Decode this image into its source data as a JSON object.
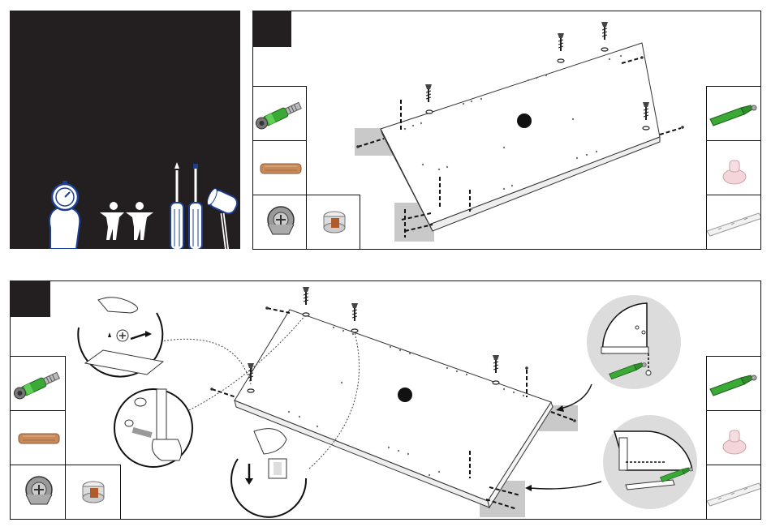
{
  "page": {
    "background": "#ffffff",
    "text": []
  },
  "colors": {
    "dark_panel": "#231f20",
    "frame_line": "#111111",
    "highlight_gray": "#c9c9c9",
    "glue_green": "#3aa935",
    "wood_dowel": "#c98a5a",
    "cam_metal": "#8a8a8a",
    "tool_blue": "#1c3f8f",
    "board_line": "#333333"
  },
  "intro_panel": {
    "icons": [
      "stopwatch-hand-icon",
      "two-person-icon",
      "screwdriver-pozidriv-icon",
      "screwdriver-flat-icon",
      "mallet-icon"
    ]
  },
  "step1": {
    "parts_left": [
      "cam-bolt-icon",
      "wooden-dowel-icon",
      "cam-lock-icon",
      "cam-lock-small-icon"
    ],
    "parts_right": [
      "glue-tube-icon",
      "plastic-cap-icon",
      "plastic-strip-icon"
    ],
    "board_marker": "black-dot-marker"
  },
  "step2": {
    "parts_left": [
      "cam-bolt-icon",
      "wooden-dowel-icon",
      "cam-lock-icon",
      "cam-lock-small-icon"
    ],
    "parts_right": [
      "glue-tube-icon",
      "plastic-cap-icon",
      "plastic-strip-icon"
    ],
    "details": [
      "insert-cam-bolt-detail",
      "hammer-dowel-detail",
      "press-cam-lock-detail",
      "glue-dowel-detail-top",
      "glue-strip-detail-bottom"
    ],
    "board_marker": "black-dot-marker"
  }
}
